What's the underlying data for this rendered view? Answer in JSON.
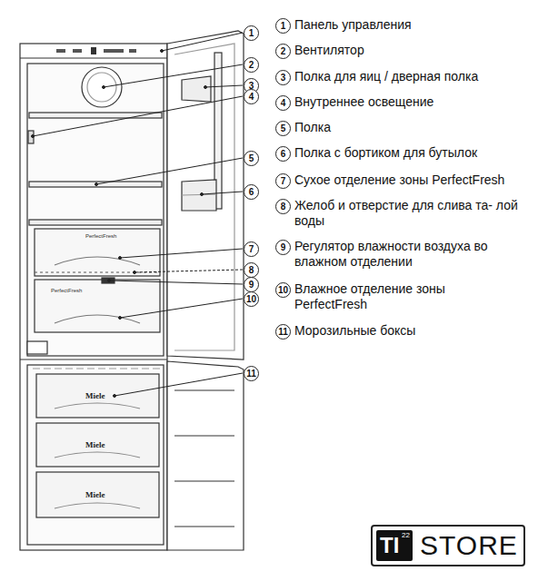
{
  "diagram": {
    "nodes": [
      {
        "text": [
          "TI",
          "22",
          "STORE"
        ]
      }
    ],
    "labels": [
      "1",
      "2",
      "3",
      "4",
      "5",
      "6",
      "7",
      "8",
      "9",
      "10",
      "11",
      "1",
      "Панель управления",
      "2",
      "Вентилятор",
      "3",
      "Полка для яиц / дверная полка",
      "4",
      "Внутреннее освещение",
      "5",
      "Полка",
      "6",
      "Полка с бортиком для бутылок",
      "7",
      "Сухое отделение зоны PerfectFresh",
      "8",
      "Желоб и отверстие для слива та- лой воды",
      "9",
      "Регулятор влажности воздуха во влажном отделении",
      "10",
      "Влажное отделение зоны PerfectFresh",
      "11",
      "Морозильные боксы",
      "PerfectFresh",
      "PerfectFresh",
      "Miele",
      "Miele",
      "Miele"
    ]
  }
}
